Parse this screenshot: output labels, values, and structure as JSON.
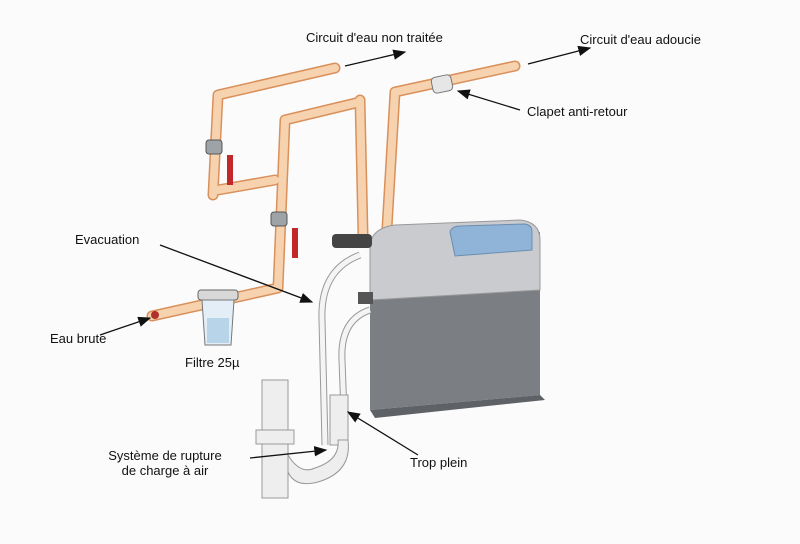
{
  "labels": {
    "untreated_circuit": "Circuit d'eau non traitée",
    "softened_circuit": "Circuit d'eau adoucie",
    "check_valve": "Clapet anti-retour",
    "drain": "Evacuation",
    "raw_water": "Eau brute",
    "filter": "Filtre 25µ",
    "air_gap_line1": "Système de rupture",
    "air_gap_line2": "de charge à air",
    "overflow": "Trop plein"
  },
  "colors": {
    "pipe": "#f2c49a",
    "pipe_edge": "#d9905a",
    "handle": "#c0282a",
    "lid": "#8fb4d8",
    "body_top": "#c9cbce",
    "body": "#7b7e83"
  }
}
